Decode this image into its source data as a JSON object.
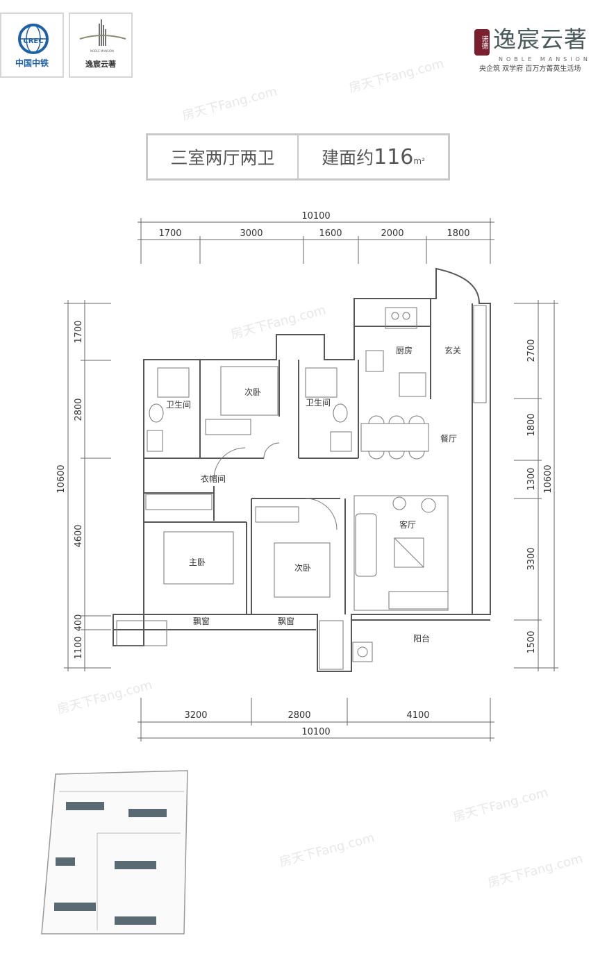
{
  "logos": {
    "crec_mark": "CREC",
    "crec_name": "中国中铁",
    "mini_brand": "逸宸云著",
    "mini_brand_en": "NOBLE MANSION"
  },
  "brand": {
    "badge": "诺德",
    "name": "逸宸云著",
    "english": "NOBLE MANSION",
    "tagline": "央企筑 双学府 百万方菁英生活场"
  },
  "unit": {
    "layout": "三室两厅两卫",
    "area_prefix": "建面约",
    "area_value": "116",
    "area_unit": "m²"
  },
  "dimensions": {
    "top_total": "10100",
    "top_segments": [
      "1700",
      "3000",
      "1600",
      "2000",
      "1800"
    ],
    "bottom_segments": [
      "3200",
      "2800",
      "4100"
    ],
    "bottom_total": "10100",
    "left_total": "10600",
    "left_segments": [
      "1700",
      "2800",
      "4600",
      "400",
      "1100"
    ],
    "right_total": "10600",
    "right_segments": [
      "2700",
      "1800",
      "1300",
      "3300",
      "1500"
    ]
  },
  "rooms": {
    "kitchen": "厨房",
    "foyer": "玄关",
    "bedroom_north": "次卧",
    "bathroom_left": "卫生间",
    "bathroom_mid": "卫生间",
    "dining": "餐厅",
    "cloakroom": "衣帽间",
    "living": "客厅",
    "master": "主卧",
    "bedroom_south": "次卧",
    "bay_left": "飘窗",
    "bay_right": "飘窗",
    "balcony": "阳台"
  },
  "watermark": "房天下Fang.com",
  "colors": {
    "crec_blue": "#1e5fa8",
    "brand_red": "#7a1f2e",
    "wall": "#555555"
  }
}
